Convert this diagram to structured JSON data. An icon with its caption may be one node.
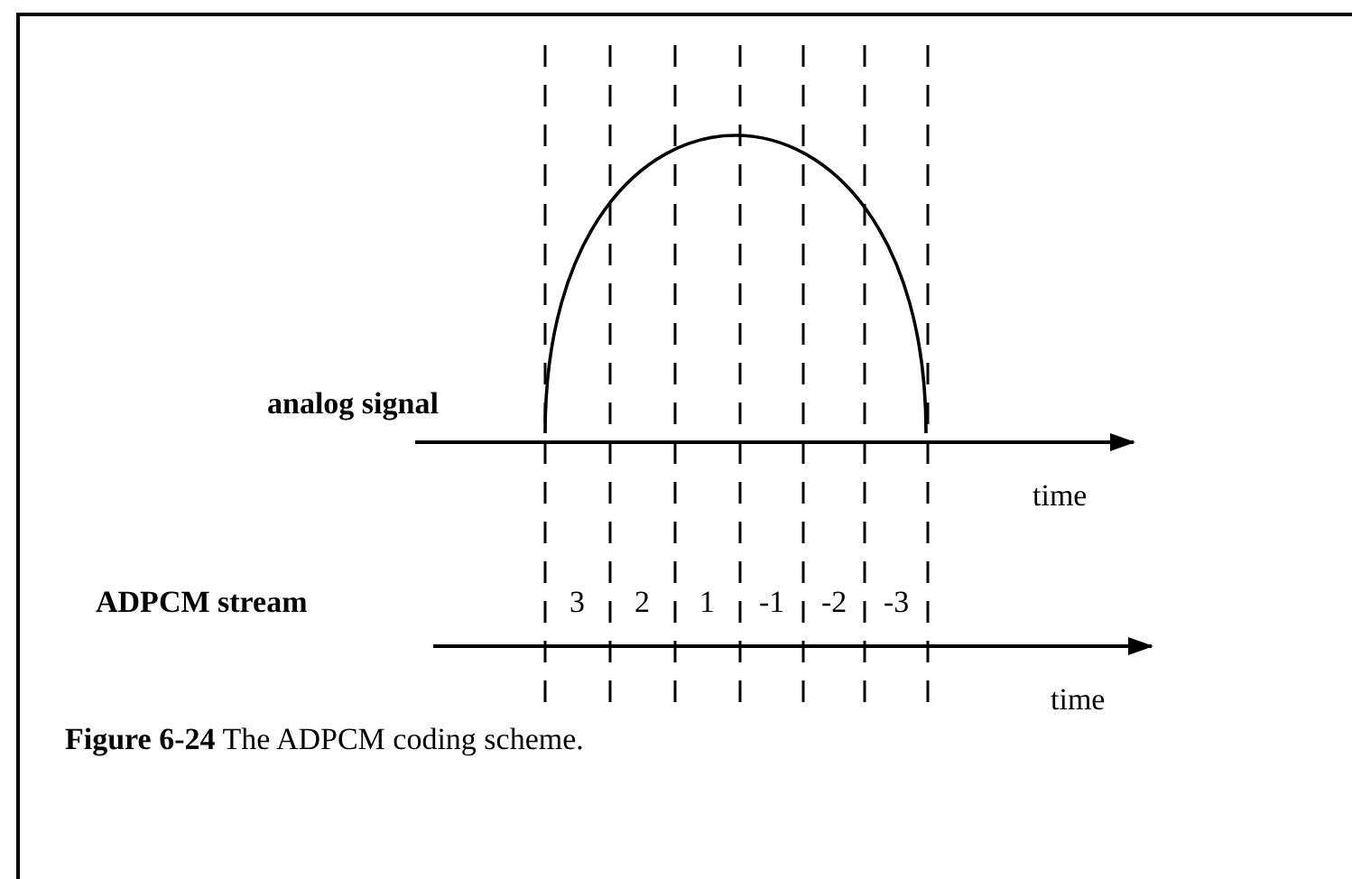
{
  "diagram": {
    "caption": "**Figure 6-24** The ADPCM coding scheme.",
    "labels": [
      "analog signal",
      "time",
      "ADPCM stream",
      "3",
      "2",
      "1",
      "-1",
      "-2",
      "-3",
      "time"
    ]
  }
}
